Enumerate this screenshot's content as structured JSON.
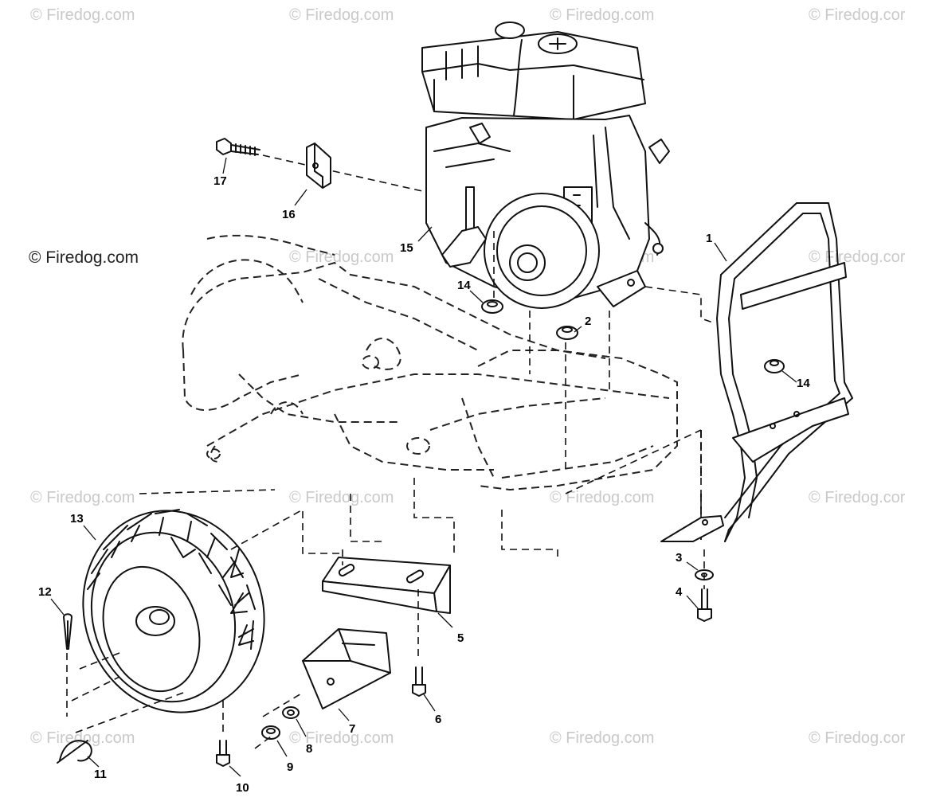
{
  "watermark": {
    "text": "© Firedog.com",
    "text_cut": "© Firedog.cor"
  },
  "callouts": {
    "c1": "1",
    "c2": "2",
    "c3": "3",
    "c4": "4",
    "c5": "5",
    "c6": "6",
    "c7": "7",
    "c8": "8",
    "c9": "9",
    "c10": "10",
    "c11": "11",
    "c12": "12",
    "c13": "13",
    "c14a": "14",
    "c14b": "14",
    "c15": "15",
    "c16": "16",
    "c17": "17"
  }
}
